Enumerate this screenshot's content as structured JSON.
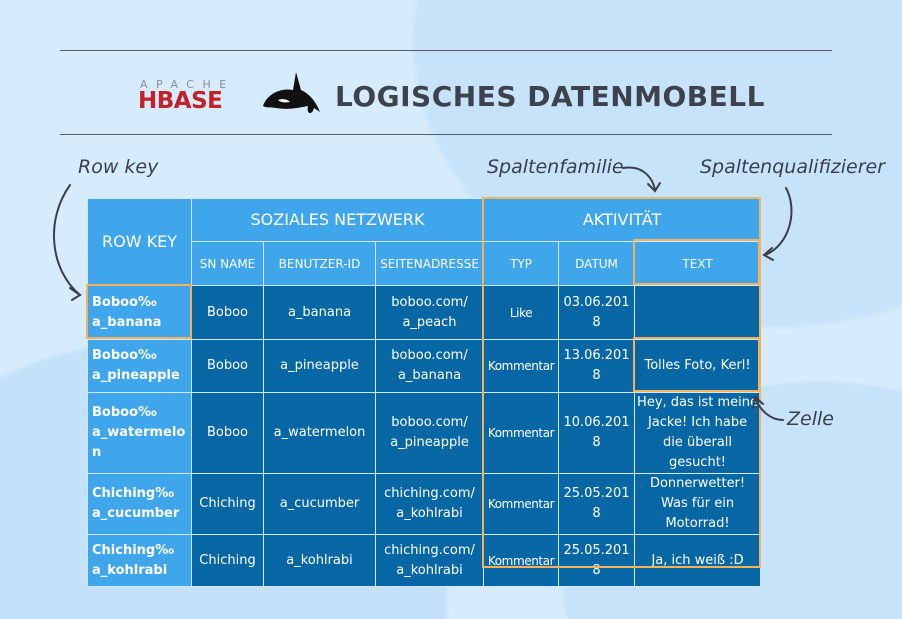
{
  "logo": {
    "top_text": "APACHE",
    "main_text": "HBASE",
    "icon": "orca-icon"
  },
  "title": "LOGISCHES DATENMOBELL",
  "annotations": {
    "row_key": "Row key",
    "column_family": "Spaltenfamilie",
    "column_qualifier": "Spaltenqualifizierer",
    "cell": "Zelle"
  },
  "colors": {
    "header": "#40a6ec",
    "cell": "#0767a4",
    "highlight": "#f6b25a",
    "background": "#d6ebfb"
  },
  "table": {
    "row_key_header": "ROW KEY",
    "families": [
      "SOZIALES NETZWERK",
      "AKTIVITÄT"
    ],
    "columns": [
      "SN NAME",
      "BENUTZER-ID",
      "SEITENADRESSE",
      "TYP",
      "DATUM",
      "TEXT"
    ],
    "rows": [
      {
        "key1": "Boboo‰",
        "key2": "a_banana",
        "cells": [
          "Boboo",
          "a_banana",
          "boboo.com/ a_peach",
          "Like",
          "03.06.2018",
          ""
        ]
      },
      {
        "key1": "Boboo‰",
        "key2": "a_pineapple",
        "cells": [
          "Boboo",
          "a_pineapple",
          "boboo.com/ a_banana",
          "Kommentar",
          "13.06.2018",
          "Tolles Foto, Kerl!"
        ]
      },
      {
        "key1": "Boboo‰",
        "key2": "a_watermelon",
        "cells": [
          "Boboo",
          "a_watermelon",
          "boboo.com/ a_pineapple",
          "Kommentar",
          "10.06.2018",
          "Hey, das ist meine Jacke! Ich habe die überall gesucht!"
        ]
      },
      {
        "key1": "Chiching‰",
        "key2": "a_cucumber",
        "cells": [
          "Chiching",
          "a_cucumber",
          "chiching.com/ a_kohlrabi",
          "Kommentar",
          "25.05.2018",
          "Donnerwetter! Was für ein Motorrad!"
        ]
      },
      {
        "key1": "Chiching‰",
        "key2": "a_kohlrabi",
        "cells": [
          "Chiching",
          "a_kohlrabi",
          "chiching.com/ a_kohlrabi",
          "Kommentar",
          "25.05.2018",
          "Ja, ich weiß :D"
        ]
      }
    ]
  }
}
